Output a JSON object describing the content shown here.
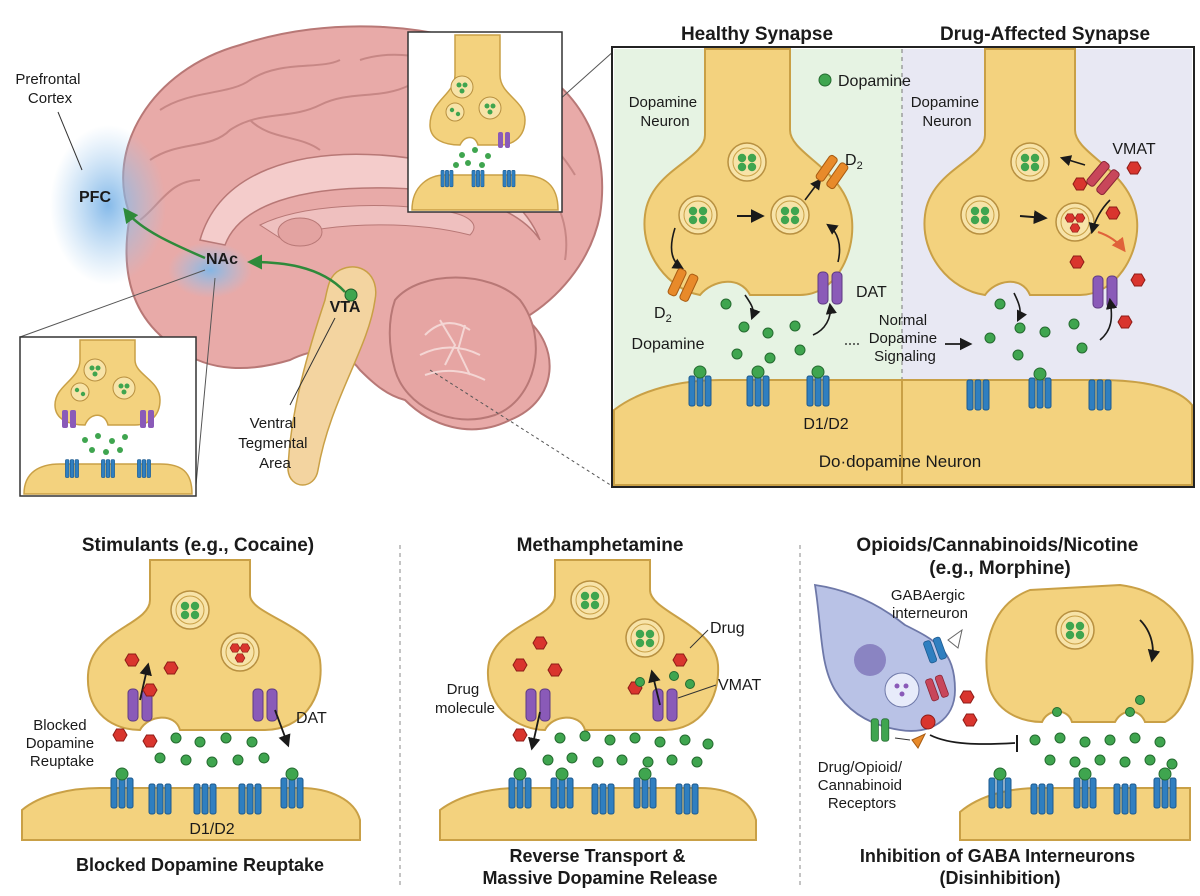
{
  "brain": {
    "prefrontal_label_1": "Prefrontal",
    "prefrontal_label_2": "Cortex",
    "pfc": "PFC",
    "nac": "NAc",
    "vta": "VTA",
    "vta_label_1": "Ventral",
    "vta_label_2": "Tegmental",
    "vta_label_3": "Area"
  },
  "synapse_panel": {
    "healthy_title": "Healthy Synapse",
    "drug_title": "Drug-Affected Synapse",
    "legend_dopamine": "Dopamine",
    "neuron_label_1": "Dopamine",
    "neuron_label_2": "Neuron",
    "d2_left": "D",
    "d2_left_sub": "2",
    "d2_top": "D",
    "d2_top_sub": "2",
    "dat": "DAT",
    "dopamine": "Dopamine",
    "normal_1": "Normal",
    "normal_2": "Dopamine",
    "normal_3": "Signaling",
    "d1d2": "D1/D2",
    "vmat": "VMAT",
    "bottom": "Do·dopamine Neuron"
  },
  "stimulants": {
    "title": "Stimulants (e.g., Cocaine)",
    "blocked_1": "Blocked",
    "blocked_2": "Dopamine",
    "blocked_3": "Reuptake",
    "dat": "DAT",
    "d1d2": "D1/D2",
    "caption": "Blocked Dopamine Reuptake"
  },
  "meth": {
    "title": "Methamphetamine",
    "drug": "Drug",
    "vmat": "VMAT",
    "molecule_1": "Drug",
    "molecule_2": "molecule",
    "caption_1": "Reverse Transport &",
    "caption_2": "Massive Dopamine Release"
  },
  "opioids": {
    "title_1": "Opioids/Cannabinoids/Nicotine",
    "title_2": "(e.g., Morphine)",
    "gaba_1": "GABAergic",
    "gaba_2": "interneuron",
    "receptors_1": "Drug/Opioid/",
    "receptors_2": "Cannabinoid",
    "receptors_3": "Receptors",
    "caption_1": "Inhibition of GABA Interneurons",
    "caption_2": "(Disinhibition)"
  },
  "colors": {
    "terminal": "#f3d27e",
    "terminal_edge": "#c9a046",
    "dopamine": "#3fa54f",
    "drug": "#d9352e",
    "receptor": "#2f7fc0",
    "transporter": "#8a5ab8",
    "d2": "#e88a2a",
    "healthy_bg": "#e6f3e3",
    "drug_bg": "#e8e8f3",
    "brain": "#e8aaa8",
    "gaba": "#b9c2e6"
  }
}
